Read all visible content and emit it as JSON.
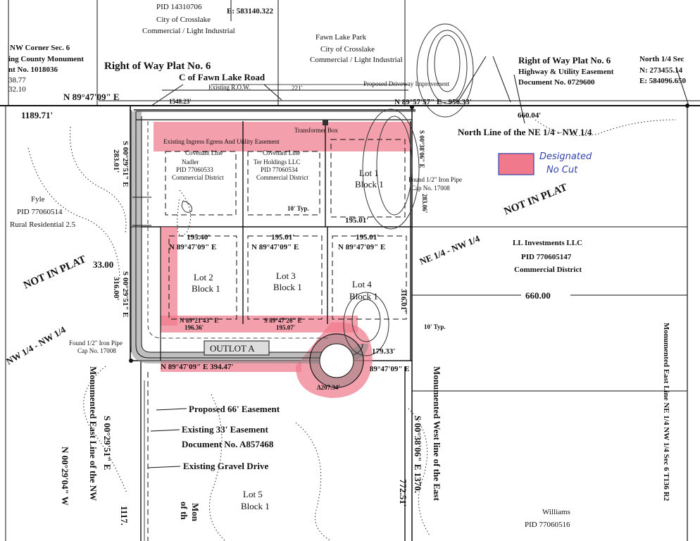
{
  "header": {
    "pid_city": "PID 14310706",
    "city_of_crosslake": "City of Crosslake",
    "commercial_industrial_left": "Commercial / Light Industrial",
    "top_coord_e": "E: 583140.322",
    "fawn_lake_park": "Fawn Lake Park",
    "city_of_crosslake_2": "City of Crosslake",
    "commercial_industrial_right": "Commercial / Light Industrial"
  },
  "left_margin": {
    "nw_corner": "NW Corner Sec. 6",
    "county_monument": "ing County Monument",
    "monument_no": "nt No. 1018036",
    "coord1": "38.77",
    "coord2": "32.10"
  },
  "right_of_way": {
    "left_title": "Right of Way Plat No. 6",
    "road_centerline": "C of Fawn Lake Road",
    "right_title": "Right of Way Plat No. 6",
    "right_easement": "Highway & Utility Easement",
    "right_doc": "Document No. 0729600",
    "existing_row": "Existing R.O.W.",
    "distance_221": "221'",
    "proposed_driveway": "Proposed Driveway Improvement"
  },
  "north_quarter": {
    "title": "North 1/4 Sec",
    "n": "N: 273455.14",
    "e": "E: 584096.650"
  },
  "bearings": {
    "top_left": "N 89°47'09\" E",
    "top_right": "N 89°57'57\" E - 956.33'",
    "dist_1189": "1189.71'",
    "dist_1548": "1548.23'",
    "dist_660_top": "660.04'",
    "north_line": "North Line of the NE 1/4 - NW 1/4",
    "west_283": "S 00°29'51\" E",
    "west_283_dist": "283.01'",
    "west_316": "S 00°29'51\" E",
    "west_316_dist": "316.00'",
    "dist_33": "33.00",
    "east_lot1": "S 00°38'06\" E",
    "east_lot1_dist": "283.06'",
    "lot_row_195_40": "195.40'",
    "lot_row_195_01a": "195.01'",
    "lot_row_195_01b": "195.01'",
    "n89_lot2": "N 89°47'09\" E",
    "n89_lot3": "N 89°47'09\" E",
    "n89_lot4": "N 89°47'09\" E",
    "lot2_bottom": "N 89°21'43\" E",
    "lot2_bottom_dist": "196.36'",
    "lot3_bottom": "S 89°47'26\" E",
    "lot3_bottom_dist": "195.07'",
    "lot1_bottom": "195.01'",
    "ten_typ": "10' Typ.",
    "ten_typ2": "10' Typ.",
    "dist_660_mid": "660.00",
    "dist_316_right": "316.01'",
    "dist_179": "179.33'",
    "outlot_bottom": "N 89°47'09\" E  394.47'",
    "outlot_bottom_r": "89°47'09\" E",
    "arc": "Δ207.34'",
    "lot5_west": "S 00°29'51\" E",
    "lot5_east": "S 00°38'06\" E  1370.",
    "dist_772": "772.51'",
    "dist_1117": "1117.",
    "n_west": "N 00°29'04\" W"
  },
  "parcels": {
    "nadler": "Nadler",
    "nadler_pid": "PID 77060533",
    "nadler_zone": "Commercial District",
    "ter_holdings": "Ter Holdings LLC",
    "ter_pid": "PID 77060534",
    "ter_zone": "Commercial District",
    "fyle": "Fyle",
    "fyle_pid": "PID 77060514",
    "fyle_zone": "Rural Residential 2.5",
    "ll_name": "LL Investments LLC",
    "ll_pid": "PID 770605147",
    "ll_zone": "Commercial District",
    "williams": "Williams",
    "williams_pid": "PID 77060516"
  },
  "lots": {
    "lot1": "Lot 1",
    "block1a": "Block 1",
    "lot2": "Lot 2",
    "block1b": "Block 1",
    "lot3": "Lot 3",
    "block1c": "Block 1",
    "lot4": "Lot 4",
    "block1d": "Block 1",
    "lot5": "Lot 5",
    "block1e": "Block 1",
    "outlot": "OUTLOT A"
  },
  "annotations": {
    "not_in_plat_left": "NOT IN PLAT",
    "not_in_plat_right": "NOT IN PLAT",
    "nw_nw_left": "NW 1/4 - NW 1/4",
    "ne_nw_right": "NE 1/4  -  NW 1/4",
    "covenant1": "Covenant Line",
    "covenant2": "Covenant Line",
    "ingress": "Existing Ingress Egress And Utility Easement",
    "transformer": "Transformer Box",
    "found_pipe_top": "Found 1/2\" Iron Pipe",
    "found_pipe_top_cap": "Cap No. 17008",
    "found_pipe_left": "Found 1/2\" Iron Pipe",
    "found_pipe_left_cap": "Cap No. 17008",
    "proposed_66": "Proposed 66' Easement",
    "existing_33": "Existing 33' Easement",
    "existing_33_doc": "Document No. A857468",
    "gravel_drive": "Existing Gravel Drive",
    "mon_east_nw": "Monumented East Line of the NW",
    "mon_west_east": "Monumented West line of the East",
    "mon_east_ne": "Monumented East Line NE 1/4 NW 1/4 Sec 6 T136 R2",
    "mon_partial_1": "Mon",
    "mon_partial_2": "of th"
  },
  "legend": {
    "label_line1": "Designated",
    "label_line2": "No Cut",
    "swatch_color": "#f07a8c"
  }
}
